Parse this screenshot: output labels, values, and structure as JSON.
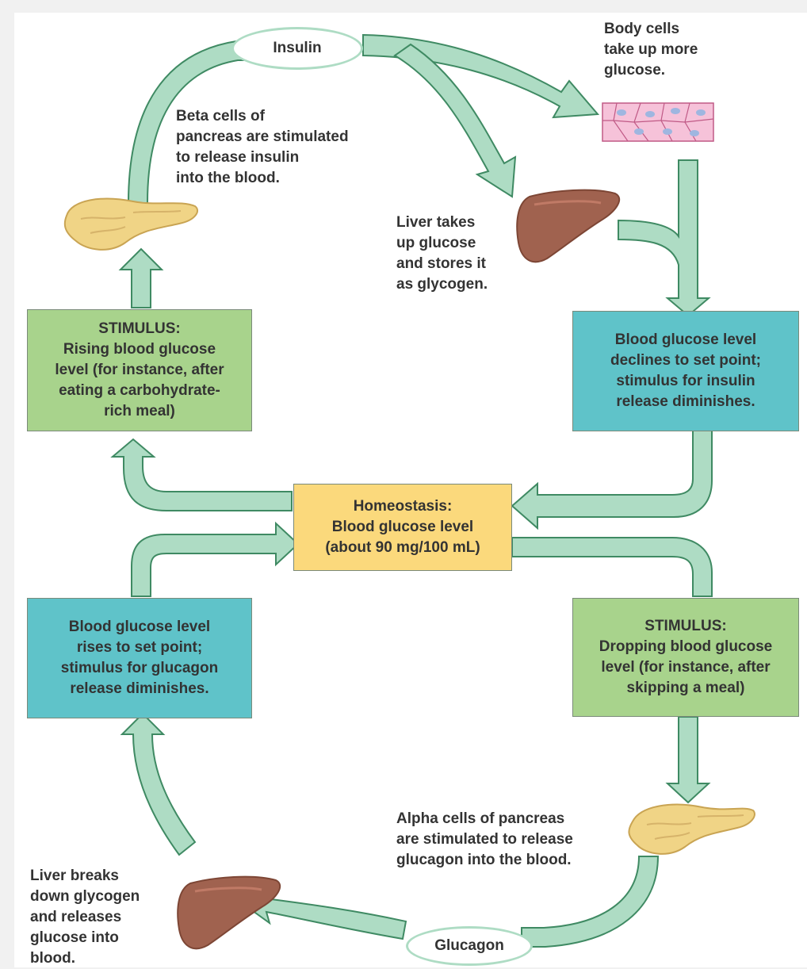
{
  "hormones": {
    "insulin": "Insulin",
    "glucagon": "Glucagon"
  },
  "boxes": {
    "stimulus_rising": "STIMULUS:\nRising blood glucose\nlevel (for instance, after\neating a carbohydrate-\nrich meal)",
    "declines": "Blood glucose level\ndeclines to set point;\nstimulus for insulin\nrelease diminishes.",
    "homeostasis": "Homeostasis:\nBlood glucose level\n(about 90 mg/100 mL)",
    "rises": "Blood glucose level\nrises to set point;\nstimulus for glucagon\nrelease diminishes.",
    "stimulus_dropping": "STIMULUS:\nDropping blood glucose\nlevel (for instance, after\nskipping a meal)"
  },
  "labels": {
    "beta_cells": "Beta cells of\npancreas are stimulated\nto release insulin\ninto the blood.",
    "body_cells": "Body cells\ntake up more\nglucose.",
    "liver_takes": "Liver takes\nup glucose\nand stores it\nas glycogen.",
    "alpha_cells": "Alpha cells of pancreas\nare stimulated to release\nglucagon into the blood.",
    "liver_breaks": "Liver breaks\ndown glycogen\nand releases\nglucose into\nblood."
  },
  "colors": {
    "stimulus_box": "#a8d38c",
    "setpoint_box": "#5fc3c9",
    "homeostasis_box": "#fbd97c",
    "arrow_fill": "#aedcc4",
    "arrow_stroke": "#3f8a63",
    "liver": "#a0624f",
    "pancreas": "#f0d486",
    "cells": "#f6c2d9"
  }
}
